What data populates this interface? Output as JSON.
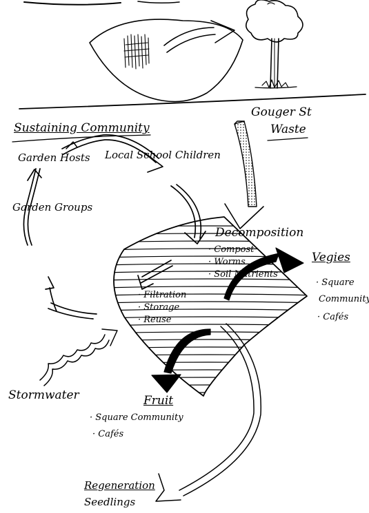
{
  "labels": {
    "sustaining_community": "Sustaining Community",
    "garden_hosts": "Garden Hosts",
    "local_school_children": "Local School Children",
    "garden_groups": "Garden Groups",
    "gouger_st_waste_line1": "Gouger St",
    "gouger_st_waste_line2": "Waste",
    "decomposition": "Decomposition",
    "compost": "· Compost",
    "worms": "· Worms",
    "soil_nutrients": "· Soil Nutrients",
    "filtration": "· Filtration",
    "storage": "· Storage",
    "reuse": "· Reuse",
    "vegies": "Vegies",
    "vegies_square": "· Square",
    "vegies_community": "Community",
    "vegies_cafes": "· Cafés",
    "stormwater": "Stormwater",
    "fruit": "Fruit",
    "fruit_square_community": "· Square Community",
    "fruit_cafes": "· Cafés",
    "regeneration": "Regeneration",
    "seedlings": "Seedlings"
  },
  "colors": {
    "ink": "#000000",
    "paper": "#ffffff"
  }
}
